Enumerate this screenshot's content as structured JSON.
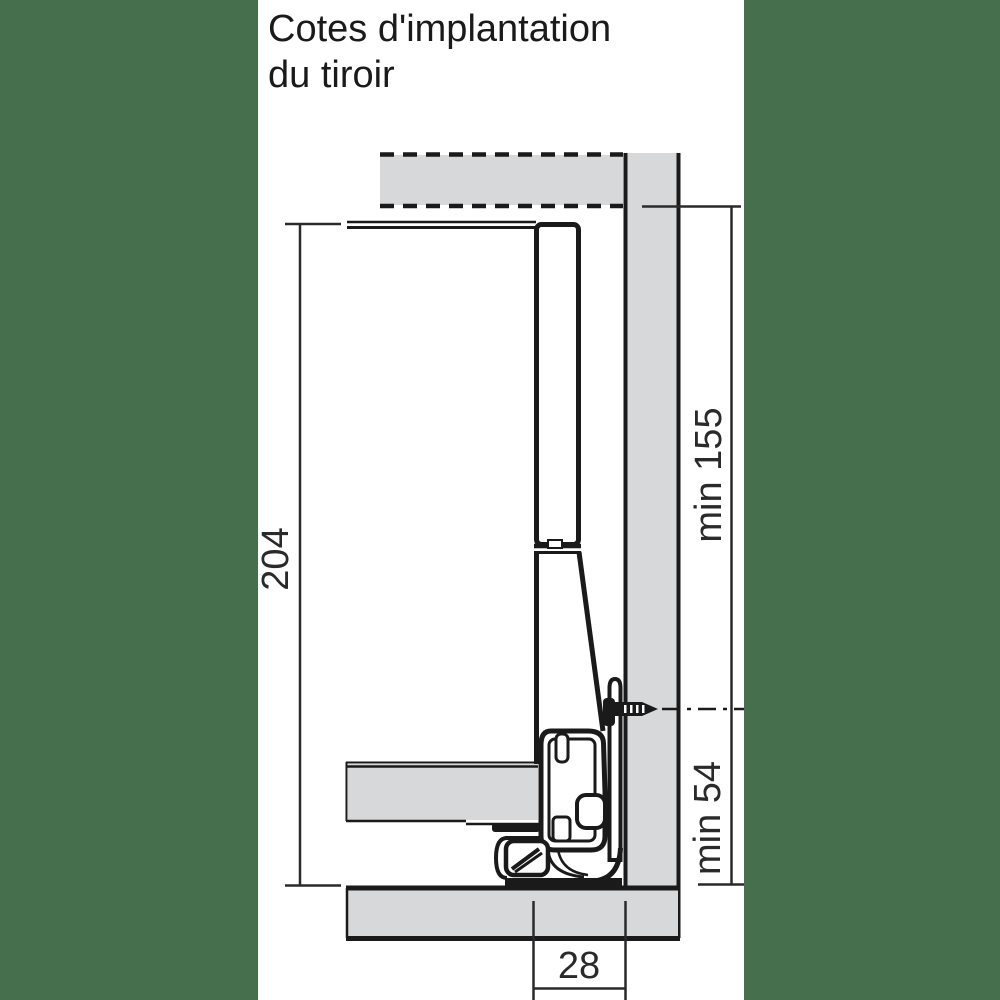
{
  "title": {
    "line1": "Cotes d'implantation",
    "line2": "du tiroir"
  },
  "dimensions": {
    "drawer_height": "204",
    "top_clearance": "min 155",
    "bottom_clearance": "min 54",
    "rail_width": "28"
  },
  "colors": {
    "background": "#46704D",
    "surface": "#ffffff",
    "panel_gray": "#D7D8DA",
    "line": "#1a1a1a",
    "dim_line": "#2a2a2a"
  }
}
